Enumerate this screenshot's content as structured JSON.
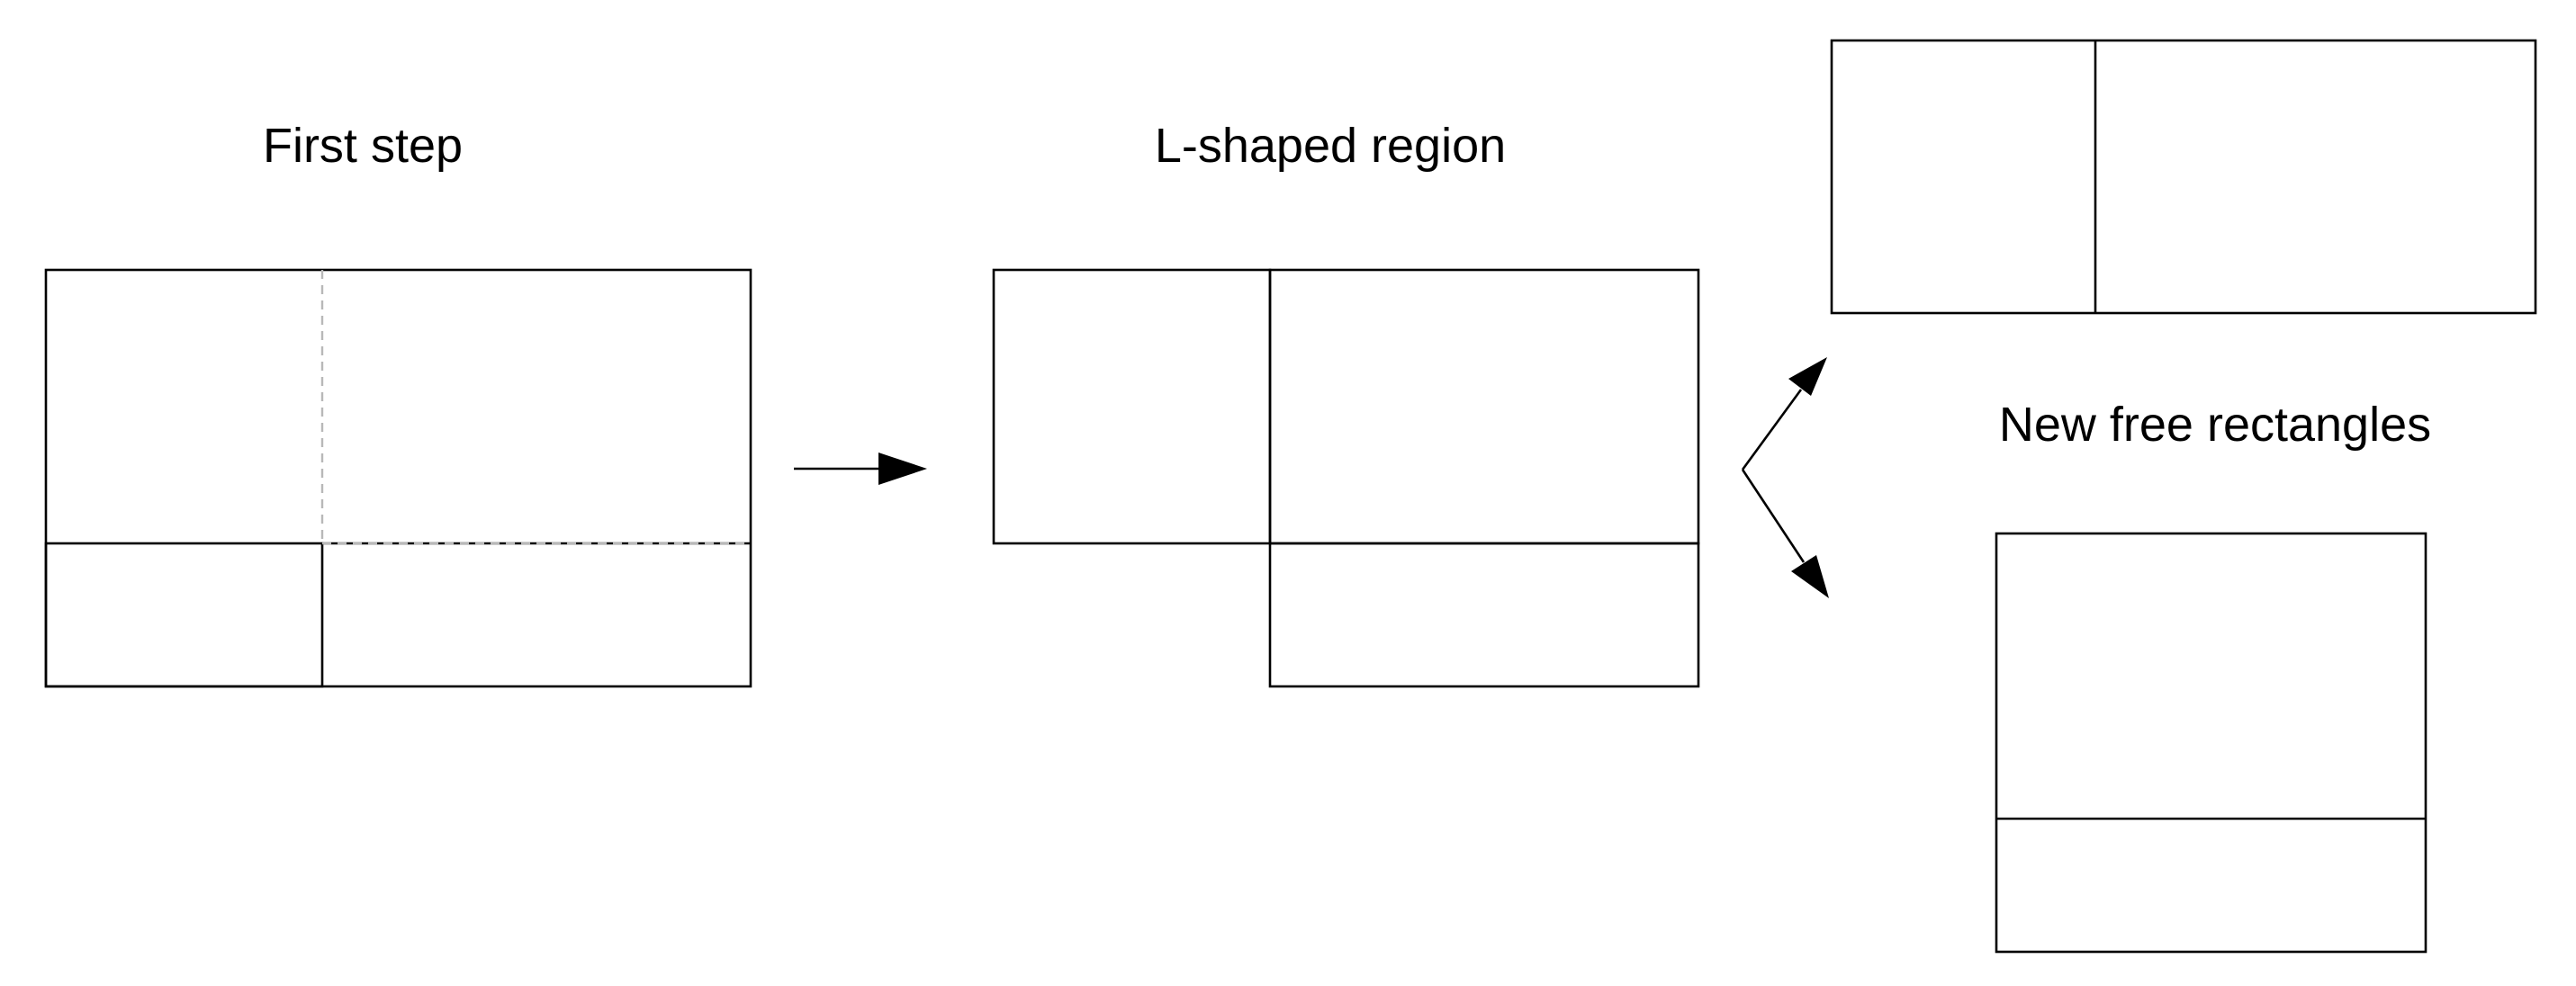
{
  "captions": {
    "first_step": "First step",
    "l_shaped_region": "L-shaped region",
    "new_free_rectangles": "New free rectangles"
  },
  "colors": {
    "line": "#000000",
    "dashed_guide": "#b8b8b8",
    "background": "#ffffff"
  }
}
